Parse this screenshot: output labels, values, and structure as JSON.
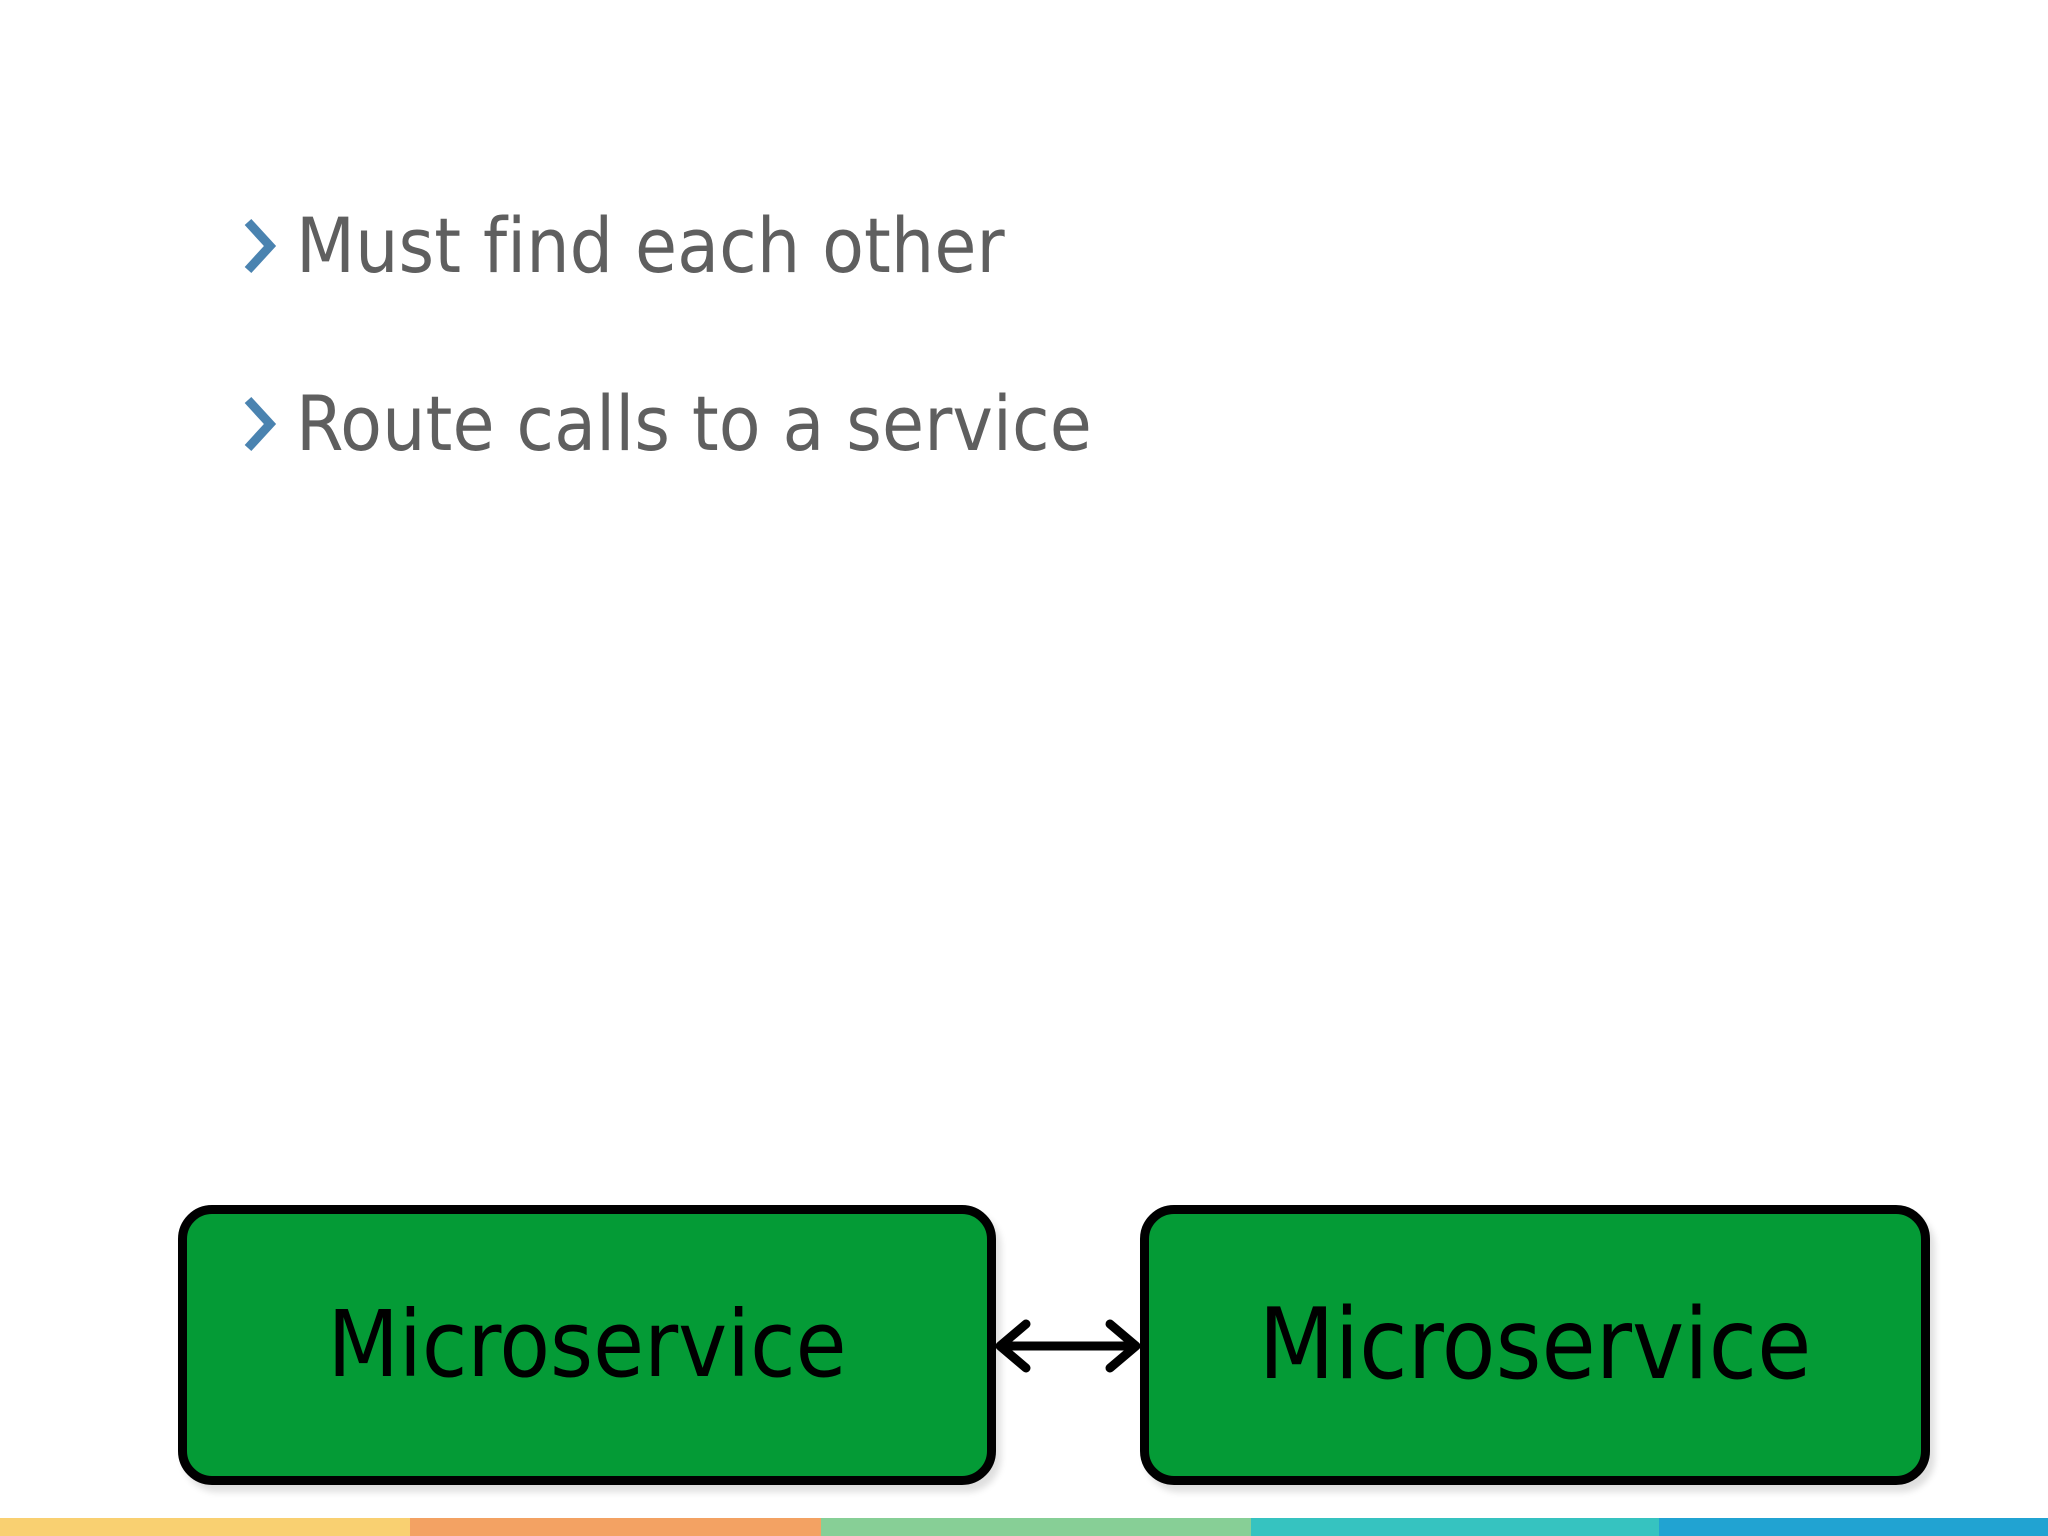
{
  "slide": {
    "background_color": "#ffffff",
    "bullets": [
      {
        "icon": "chevron-right-icon",
        "text": "Must find each other"
      },
      {
        "icon": "chevron-right-icon",
        "text": "Route calls to a service"
      }
    ],
    "bullet_text_color": "#5f5f5f",
    "bullet_marker_color": "#4a83b0",
    "diagram": {
      "type": "two-node-bidirectional",
      "nodes": [
        {
          "id": "microservice-left",
          "label": "Microservice"
        },
        {
          "id": "microservice-right",
          "label": "Microservice"
        }
      ],
      "connector": {
        "name": "bidirectional-arrow",
        "direction": "both",
        "color": "#000000"
      },
      "node_fill_color": "#049b36",
      "node_border_color": "#000000",
      "node_label_color": "#000000"
    },
    "footer_bar": {
      "segments": [
        {
          "name": "segment-yellow",
          "color": "#f9d071",
          "width_pct": 20.0
        },
        {
          "name": "segment-orange",
          "color": "#f3a263",
          "width_pct": 20.1
        },
        {
          "name": "segment-green",
          "color": "#87cf96",
          "width_pct": 21.0
        },
        {
          "name": "segment-teal",
          "color": "#36c3c0",
          "width_pct": 19.9
        },
        {
          "name": "segment-blue",
          "color": "#21a3d2",
          "width_pct": 19.0
        }
      ]
    }
  }
}
